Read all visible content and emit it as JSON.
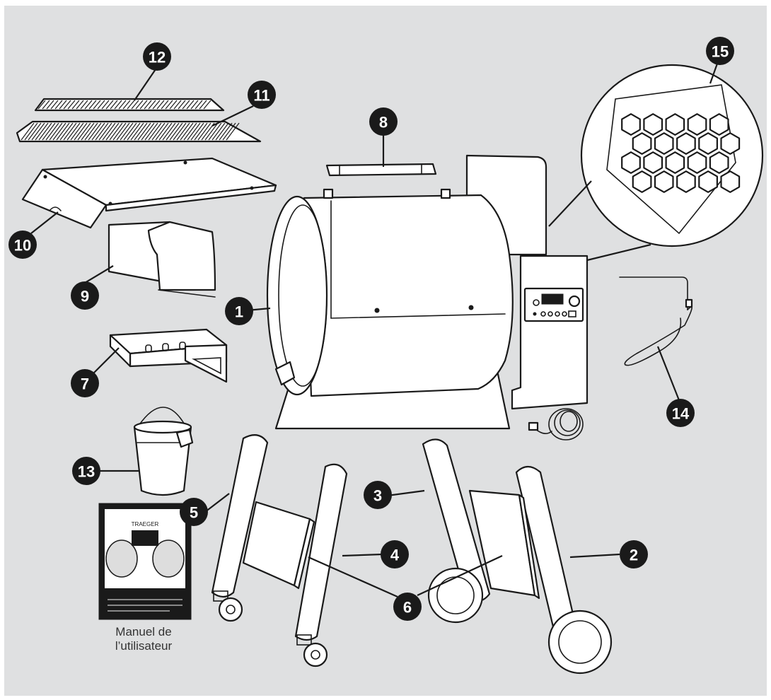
{
  "callouts": [
    {
      "id": "1",
      "label": "1"
    },
    {
      "id": "2",
      "label": "2"
    },
    {
      "id": "3",
      "label": "3"
    },
    {
      "id": "4",
      "label": "4"
    },
    {
      "id": "5",
      "label": "5"
    },
    {
      "id": "6",
      "label": "6"
    },
    {
      "id": "7",
      "label": "7"
    },
    {
      "id": "8",
      "label": "8"
    },
    {
      "id": "9",
      "label": "9"
    },
    {
      "id": "10",
      "label": "10"
    },
    {
      "id": "11",
      "label": "11"
    },
    {
      "id": "12",
      "label": "12"
    },
    {
      "id": "13",
      "label": "13"
    },
    {
      "id": "14",
      "label": "14"
    },
    {
      "id": "15",
      "label": "15"
    }
  ],
  "manual": {
    "cover_brand": "TRAEGER",
    "caption_line1": "Manuel de",
    "caption_line2": "l’utilisateur"
  },
  "colors": {
    "background": "#dfe0e1",
    "ink": "#1a1a1a",
    "part_fill": "#ffffff"
  }
}
